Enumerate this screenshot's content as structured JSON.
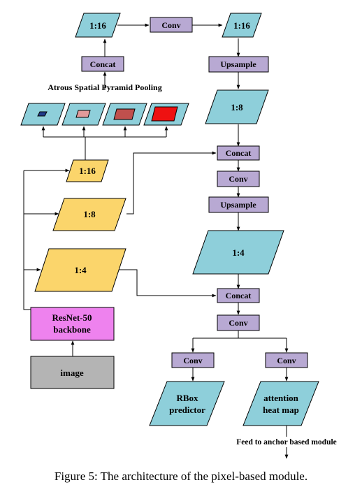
{
  "colors": {
    "feature_map": "#8ecfda",
    "encoder_map": "#fbd56b",
    "op_box": "#b8a9d3",
    "backbone": "#ee82ee",
    "image": "#b4b4b4",
    "pool_pink": "#e29a9a",
    "pool_mid": "#c0504d",
    "pool_red": "#ee1111",
    "pool_dark": "#1f3b8a"
  },
  "diagram": {
    "top_left_map": "1:16",
    "top_conv": "Conv",
    "top_right_map": "1:16",
    "concat_top": "Concat",
    "upsample_1": "Upsample",
    "aspp_title": "Atrous Spatial Pyramid Pooling",
    "map_1_8_right": "1:8",
    "concat_mid": "Concat",
    "conv_mid": "Conv",
    "upsample_2": "Upsample",
    "enc_1_16": "1:16",
    "enc_1_8": "1:8",
    "enc_1_4": "1:4",
    "map_1_4_right": "1:4",
    "concat_bottom": "Concat",
    "conv_bottom": "Conv",
    "backbone_line1": "ResNet-50",
    "backbone_line2": "backbone",
    "image": "image",
    "conv_left": "Conv",
    "conv_right": "Conv",
    "rbox_line1": "RBox",
    "rbox_line2": "predictor",
    "attn_line1": "attention",
    "attn_line2": "heat map",
    "feed": "Feed to anchor based module"
  },
  "caption": "Figure 5: The architecture of the pixel-based module."
}
